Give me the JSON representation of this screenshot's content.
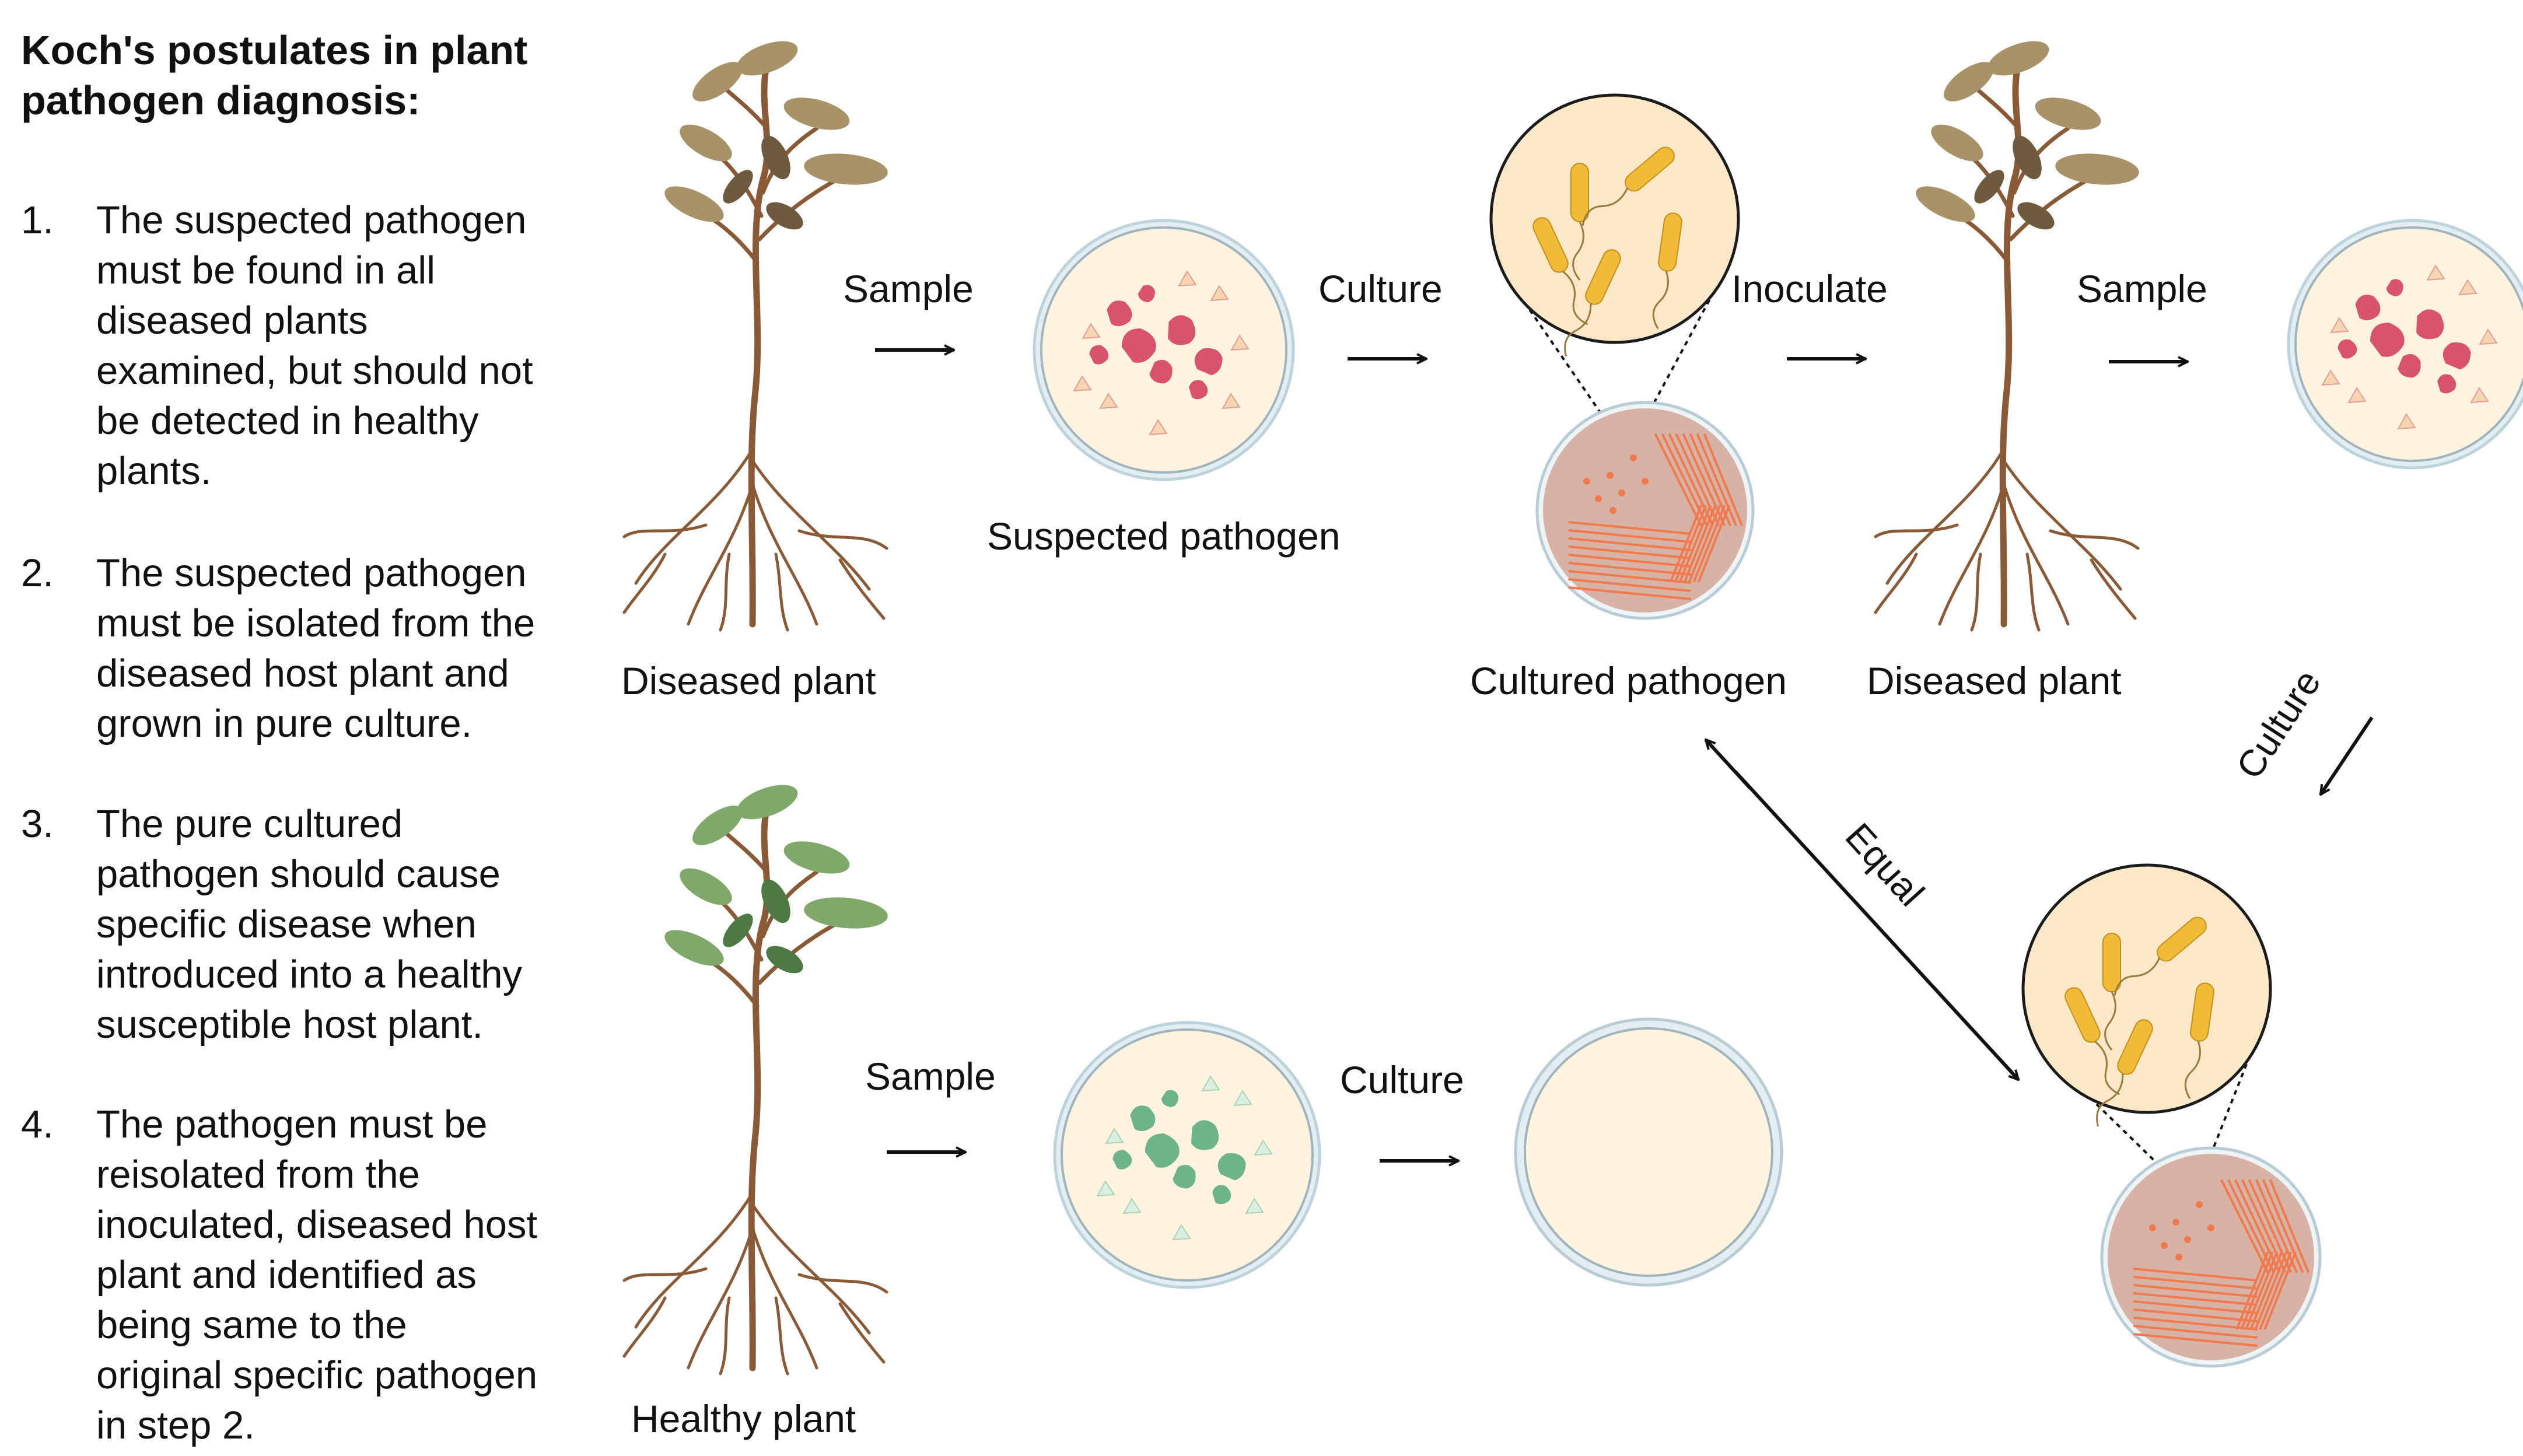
{
  "postulates": {
    "title_lines": [
      "Koch's postulates in plant",
      "pathogen diagnosis:"
    ],
    "items": [
      {
        "number": "1.",
        "lines": [
          "The suspected pathogen",
          "must be found in all",
          "diseased plants",
          "examined, but should not",
          "be detected in healthy",
          "plants."
        ]
      },
      {
        "number": "2.",
        "lines": [
          "The suspected pathogen",
          "must be isolated from the",
          "diseased host plant and",
          "grown in pure culture."
        ]
      },
      {
        "number": "3.",
        "lines": [
          "The pure cultured",
          "pathogen should cause",
          "specific disease when",
          "introduced into a healthy",
          "susceptible host plant."
        ]
      },
      {
        "number": "4.",
        "lines": [
          "The pathogen must be",
          "reisolated from the",
          "inoculated, diseased host",
          "plant and identified as",
          "being same to the",
          "original specific pathogen",
          "in step 2."
        ]
      }
    ]
  },
  "diagram": {
    "top_row": {
      "diseased_plant_label": "Diseased plant",
      "sample_label": "Sample",
      "suspected_pathogen_label": "Suspected pathogen",
      "culture_label": "Culture",
      "cultured_pathogen_label": "Cultured pathogen",
      "inoculate_label": "Inoculate",
      "diseased_plant_2_label": "Diseased plant",
      "sample_2_label": "Sample"
    },
    "right_column": {
      "culture_diag_label": "Culture",
      "equal_label": "Equal"
    },
    "bottom_row": {
      "healthy_plant_label": "Healthy plant",
      "sample_label": "Sample",
      "culture_label": "Culture"
    }
  },
  "colors": {
    "stem": "#8a5a36",
    "diseased_leaf": "#a89268",
    "healthy_leaf": "#7fa86a",
    "dish_fill": "#fdf3de",
    "dish_rim": "#bcd3dc",
    "diseased_sample": "#d9546a",
    "healthy_sample": "#6db48a",
    "bacteria": "#f0bb36",
    "culture_plate": "#d7b3a6",
    "streak": "#f07a4e"
  }
}
